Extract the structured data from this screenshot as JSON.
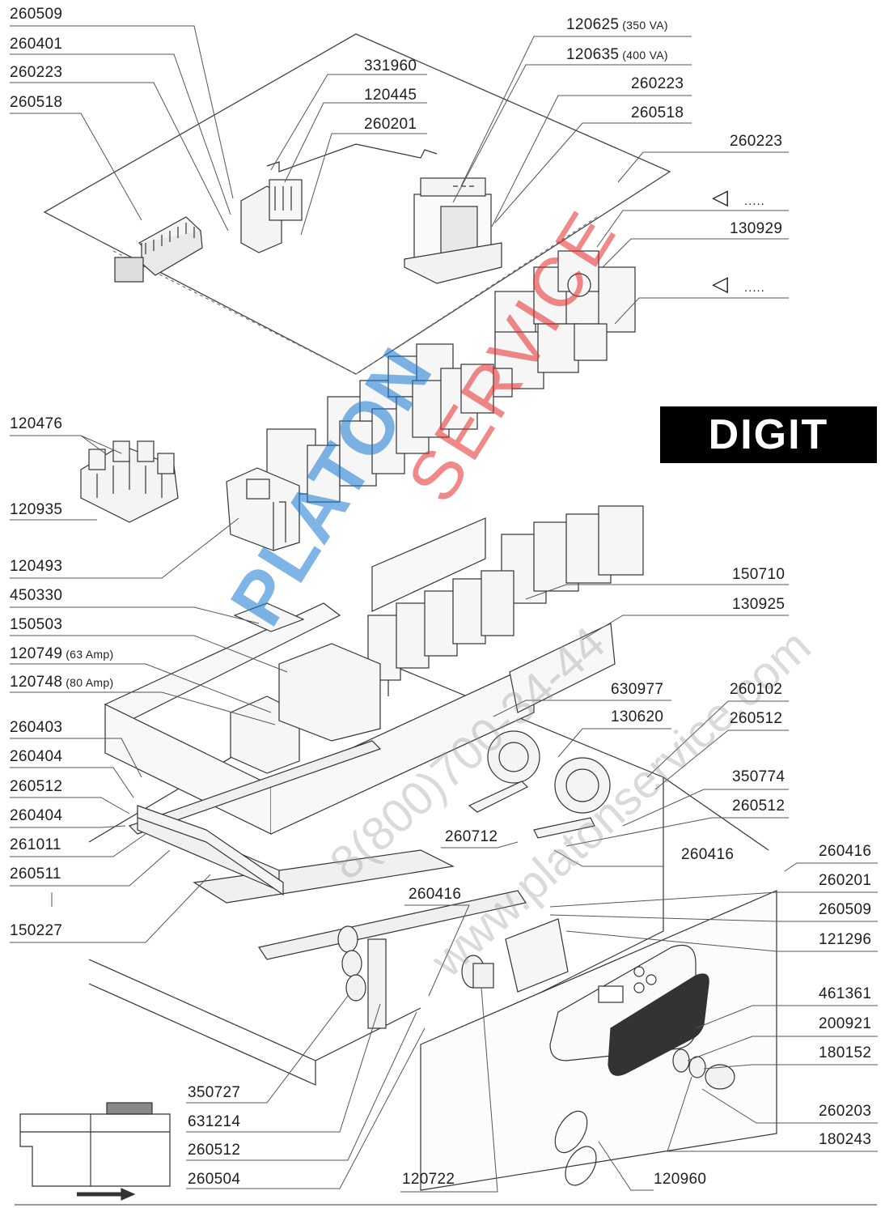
{
  "badge": "DIGIT",
  "watermark": {
    "brand": "PLATON",
    "service": "SERVICE",
    "phone": "8(800)700-34-44",
    "site": "www.platonservice.com"
  },
  "labels": {
    "p260509_a": "260509",
    "p260401": "260401",
    "p260223_a": "260223",
    "p260518_a": "260518",
    "p331960": "331960",
    "p120445": "120445",
    "p260201_a": "260201",
    "p120625": "120625",
    "p120625_note": "(350 VA)",
    "p120635": "120635",
    "p120635_note": "(400 VA)",
    "p260223_b": "260223",
    "p260518_b": "260518",
    "p260223_c": "260223",
    "p130929": "130929",
    "p120476": "120476",
    "p120935": "120935",
    "p120493": "120493",
    "p450330": "450330",
    "p150503": "150503",
    "p120749": "120749",
    "p120749_note": "(63 Amp)",
    "p120748": "120748",
    "p120748_note": "(80 Amp)",
    "p150710": "150710",
    "p130925": "130925",
    "p630977": "630977",
    "p260102": "260102",
    "p130620": "130620",
    "p260512_a": "260512",
    "p260403": "260403",
    "p260404_a": "260404",
    "p260512_b": "260512",
    "p260404_b": "260404",
    "p261011": "261011",
    "p260511": "260511",
    "p150227": "150227",
    "p350774": "350774",
    "p260512_c": "260512",
    "p260712": "260712",
    "p260416_a": "260416",
    "p260416_b": "260416",
    "p260201_b": "260201",
    "p260416_c": "260416",
    "p260509_b": "260509",
    "p121296": "121296",
    "p461361": "461361",
    "p200921": "200921",
    "p180152": "180152",
    "p260203": "260203",
    "p180243": "180243",
    "p350727": "350727",
    "p631214": "631214",
    "p260512_d": "260512",
    "p260504": "260504",
    "p120722": "120722",
    "p120960": "120960",
    "ellipsis_a": ".....",
    "ellipsis_b": "....."
  }
}
